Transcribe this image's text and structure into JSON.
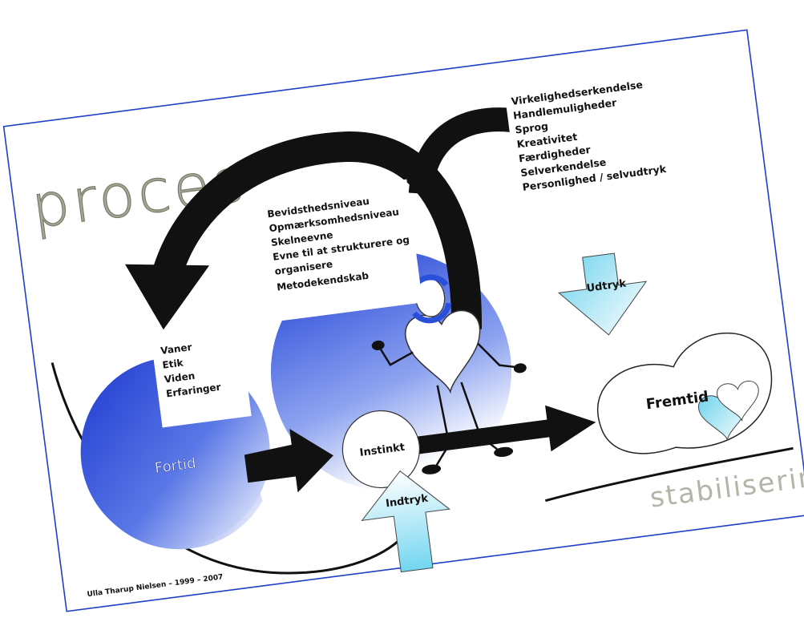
{
  "diagram": {
    "title": "proces",
    "stabilization_label": "stabilisering",
    "top_right_list": [
      "Virkelighedserkendelse",
      "Handlemuligheder",
      "Sprog",
      "Kreativitet",
      "Færdigheder",
      "Selverkendelse",
      "Personlighed / selvudtryk"
    ],
    "center_list": [
      "Bevidsthedsniveau",
      "Opmærksomhedsniveau",
      "Skelneevne",
      "Evne til at strukturere og",
      "organisere",
      "Metodekendskab"
    ],
    "left_list": [
      "Vaner",
      "Etik",
      "Viden",
      "Erfaringer"
    ],
    "past_label": "Fortid",
    "instinct_label": "Instinkt",
    "future_label": "Fremtid",
    "expression_label": "Udtryk",
    "impression_label": "Indtryk",
    "credit": "Ulla Tharup Nielsen – 1999 – 2007",
    "colors": {
      "frame": "#1e3fc8",
      "blue_dark": "#1f3fd6",
      "blue_light": "#8fe0f2",
      "title_gray": "#8a8a7a",
      "arrow": "#111111"
    }
  }
}
